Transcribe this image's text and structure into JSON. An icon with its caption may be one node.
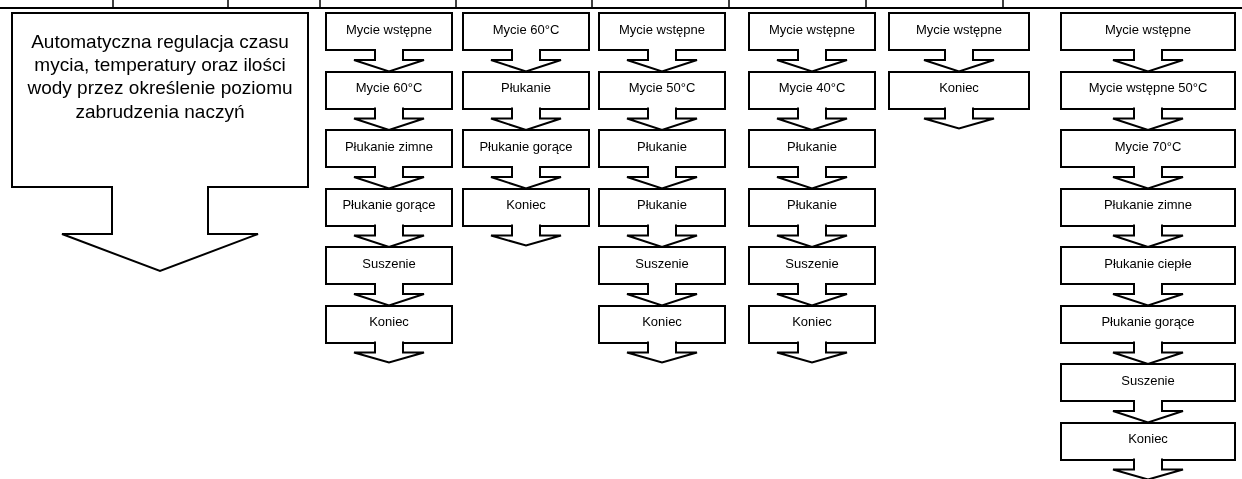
{
  "diagram": {
    "nodes": [
      {
        "text": [
          "Automatyczna regulacja czasu mycia, temperatury oraz ilości wody przez określenie poziomu zabrudzenia naczyń"
        ]
      },
      {
        "text": [
          "Mycie wstępne"
        ]
      },
      {
        "text": [
          "Mycie 60°C"
        ]
      },
      {
        "text": [
          "Płukanie zimne"
        ]
      },
      {
        "text": [
          "Płukanie gorące"
        ]
      },
      {
        "text": [
          "Suszenie"
        ]
      },
      {
        "text": [
          "Koniec"
        ]
      },
      {
        "text": [
          "Mycie 60°C"
        ]
      },
      {
        "text": [
          "Płukanie"
        ]
      },
      {
        "text": [
          "Płukanie gorące"
        ]
      },
      {
        "text": [
          "Koniec"
        ]
      },
      {
        "text": [
          "Mycie wstępne"
        ]
      },
      {
        "text": [
          "Mycie 50°C"
        ]
      },
      {
        "text": [
          "Płukanie"
        ]
      },
      {
        "text": [
          "Płukanie"
        ]
      },
      {
        "text": [
          "Suszenie"
        ]
      },
      {
        "text": [
          "Koniec"
        ]
      },
      {
        "text": [
          "Mycie wstępne"
        ]
      },
      {
        "text": [
          "Mycie 40°C"
        ]
      },
      {
        "text": [
          "Płukanie"
        ]
      },
      {
        "text": [
          "Płukanie"
        ]
      },
      {
        "text": [
          "Suszenie"
        ]
      },
      {
        "text": [
          "Koniec"
        ]
      },
      {
        "text": [
          "Mycie wstępne"
        ]
      },
      {
        "text": [
          "Koniec"
        ]
      },
      {
        "text": [
          "Mycie wstępne"
        ]
      },
      {
        "text": [
          "Mycie wstępne 50°C"
        ]
      },
      {
        "text": [
          "Mycie 70°C"
        ]
      },
      {
        "text": [
          "Płukanie zimne"
        ]
      },
      {
        "text": [
          "Płukanie ciepłe"
        ]
      },
      {
        "text": [
          "Płukanie gorące"
        ]
      },
      {
        "text": [
          "Suszenie"
        ]
      },
      {
        "text": [
          "Koniec"
        ]
      }
    ],
    "edges": [
      {
        "from": 0,
        "to": null,
        "arrow": "to"
      },
      {
        "from": 1,
        "to": 2,
        "arrow": "to"
      },
      {
        "from": 2,
        "to": 3,
        "arrow": "to"
      },
      {
        "from": 3,
        "to": 4,
        "arrow": "to"
      },
      {
        "from": 4,
        "to": 5,
        "arrow": "to"
      },
      {
        "from": 5,
        "to": 6,
        "arrow": "to"
      },
      {
        "from": 6,
        "to": null,
        "arrow": "to"
      },
      {
        "from": 7,
        "to": 8,
        "arrow": "to"
      },
      {
        "from": 8,
        "to": 9,
        "arrow": "to"
      },
      {
        "from": 9,
        "to": 10,
        "arrow": "to"
      },
      {
        "from": 10,
        "to": null,
        "arrow": "to"
      },
      {
        "from": 11,
        "to": 12,
        "arrow": "to"
      },
      {
        "from": 12,
        "to": 13,
        "arrow": "to"
      },
      {
        "from": 13,
        "to": 14,
        "arrow": "to"
      },
      {
        "from": 14,
        "to": 15,
        "arrow": "to"
      },
      {
        "from": 15,
        "to": 16,
        "arrow": "to"
      },
      {
        "from": 16,
        "to": null,
        "arrow": "to"
      },
      {
        "from": 17,
        "to": 18,
        "arrow": "to"
      },
      {
        "from": 18,
        "to": 19,
        "arrow": "to"
      },
      {
        "from": 19,
        "to": 20,
        "arrow": "to"
      },
      {
        "from": 20,
        "to": 21,
        "arrow": "to"
      },
      {
        "from": 21,
        "to": 22,
        "arrow": "to"
      },
      {
        "from": 22,
        "to": null,
        "arrow": "to"
      },
      {
        "from": 23,
        "to": 24,
        "arrow": "to"
      },
      {
        "from": 24,
        "to": null,
        "arrow": "to"
      },
      {
        "from": 25,
        "to": 26,
        "arrow": "to"
      },
      {
        "from": 26,
        "to": 27,
        "arrow": "to"
      },
      {
        "from": 27,
        "to": 28,
        "arrow": "to"
      },
      {
        "from": 28,
        "to": 29,
        "arrow": "to"
      },
      {
        "from": 29,
        "to": 30,
        "arrow": "to"
      },
      {
        "from": 30,
        "to": 31,
        "arrow": "to"
      },
      {
        "from": 31,
        "to": 32,
        "arrow": "to"
      },
      {
        "from": 32,
        "to": null,
        "arrow": "to"
      }
    ]
  }
}
